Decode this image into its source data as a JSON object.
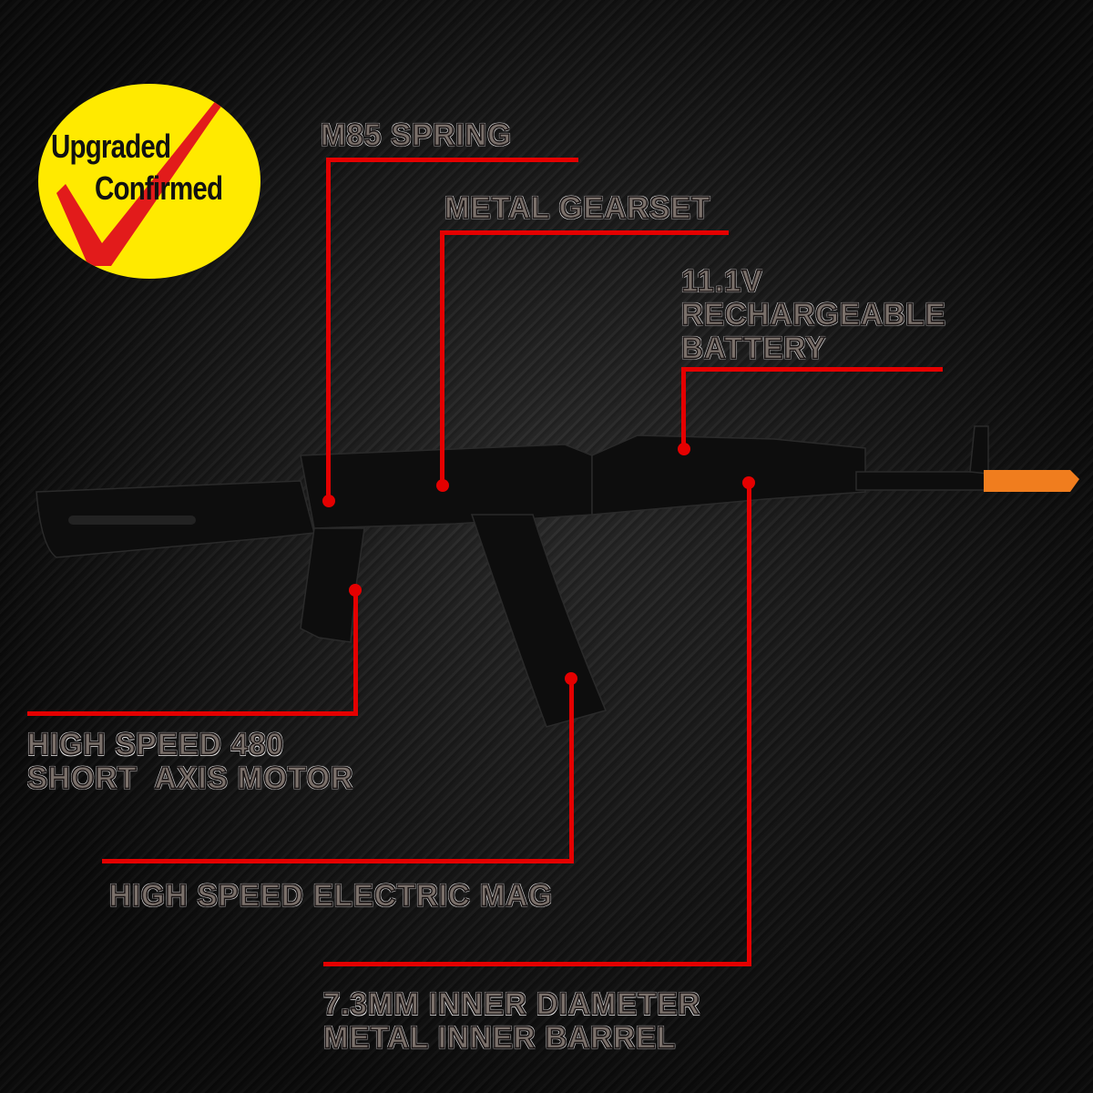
{
  "badge": {
    "line1": "Upgraded",
    "line2": "Confirmed",
    "colors": {
      "fill": "#ffea00",
      "check": "#e21b1b"
    }
  },
  "callouts": {
    "spring": "M85 Spring",
    "gearset": "Metal Gearset",
    "battery": [
      "11.1V",
      "Rechargeable",
      "Battery"
    ],
    "motor": [
      "High Speed 480",
      "Short  Axis Motor"
    ],
    "mag": "High Speed Electric Mag",
    "barrel": [
      "7.3mm Inner Diameter",
      "Metal Inner Barrel"
    ]
  },
  "colors": {
    "line": "#e40000",
    "tip": "#f07d1e",
    "label": "#7b716b"
  }
}
